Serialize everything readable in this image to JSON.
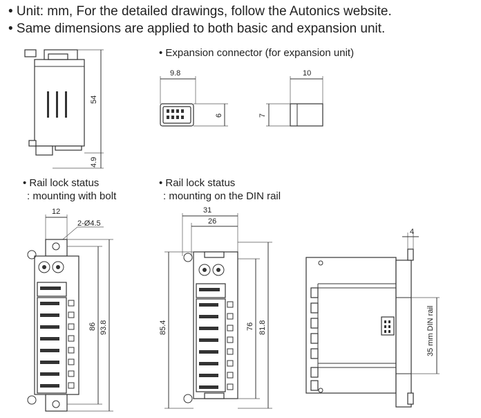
{
  "notes": [
    "• Unit: mm, For the detailed drawings, follow the Autonics website.",
    "• Same dimensions are applied to both basic and expansion unit."
  ],
  "captions": {
    "expansion_connector": "• Expansion connector (for expansion unit)",
    "rail_lock_status_1": "• Rail lock status",
    "mounting_bolt": ": mounting with bolt",
    "rail_lock_status_2": "• Rail lock status",
    "mounting_din": ": mounting on the DIN rail"
  },
  "dimensions": {
    "side_height": "54",
    "side_offset": "4.9",
    "conn_width": "9.8",
    "conn_height": "6",
    "conn2_width": "10",
    "conn2_height": "7",
    "bolt_width": "12",
    "bolt_hole": "2-Ø4.5",
    "bolt_inner_height": "86",
    "bolt_outer_height": "93.8",
    "din_outer_width": "31",
    "din_inner_width": "26",
    "din_left_height": "85.4",
    "din_inner_height": "76",
    "din_outer_height": "81.8",
    "rail_depth": "4",
    "rail_label": "35 mm DIN rail"
  }
}
